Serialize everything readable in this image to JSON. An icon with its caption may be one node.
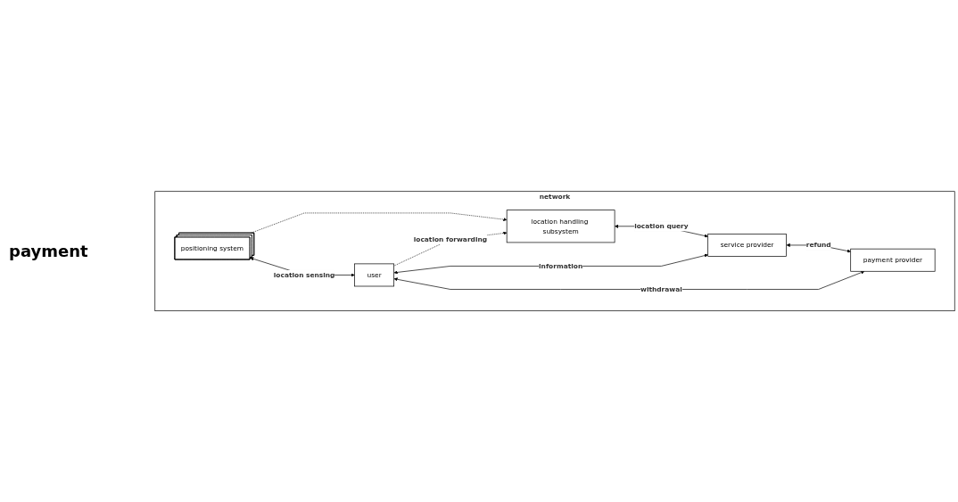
{
  "diagram": {
    "nodes": [
      {
        "text": [
          "network"
        ]
      },
      {
        "text": [
          "location handling subsystem"
        ],
        "in": 0
      },
      {
        "text": [
          "positioning system"
        ],
        "in": 0
      },
      {
        "text": [
          "service provider"
        ],
        "in": 0
      },
      {
        "text": [
          "user"
        ],
        "in": 0
      },
      {
        "text": [
          "payment provider"
        ],
        "in": 0
      }
    ],
    "edges": [
      {
        "from": 2,
        "to": 1,
        "arrow": "to",
        "style": "dashed"
      },
      {
        "from": 4,
        "to": 1,
        "arrow": "to",
        "style": "dashed",
        "label": "location forwarding"
      },
      {
        "from": 1,
        "to": 3,
        "arrow": "both",
        "label": "location query"
      },
      {
        "from": 2,
        "to": 4,
        "arrow": "both",
        "label": "location sensing"
      },
      {
        "from": 4,
        "to": 3,
        "arrow": "both",
        "label": "information"
      },
      {
        "from": 3,
        "to": 5,
        "arrow": "both",
        "label": "refund"
      },
      {
        "from": 4,
        "to": 5,
        "arrow": "both",
        "label": "withdrawal"
      }
    ],
    "labels": [
      "payment"
    ]
  }
}
